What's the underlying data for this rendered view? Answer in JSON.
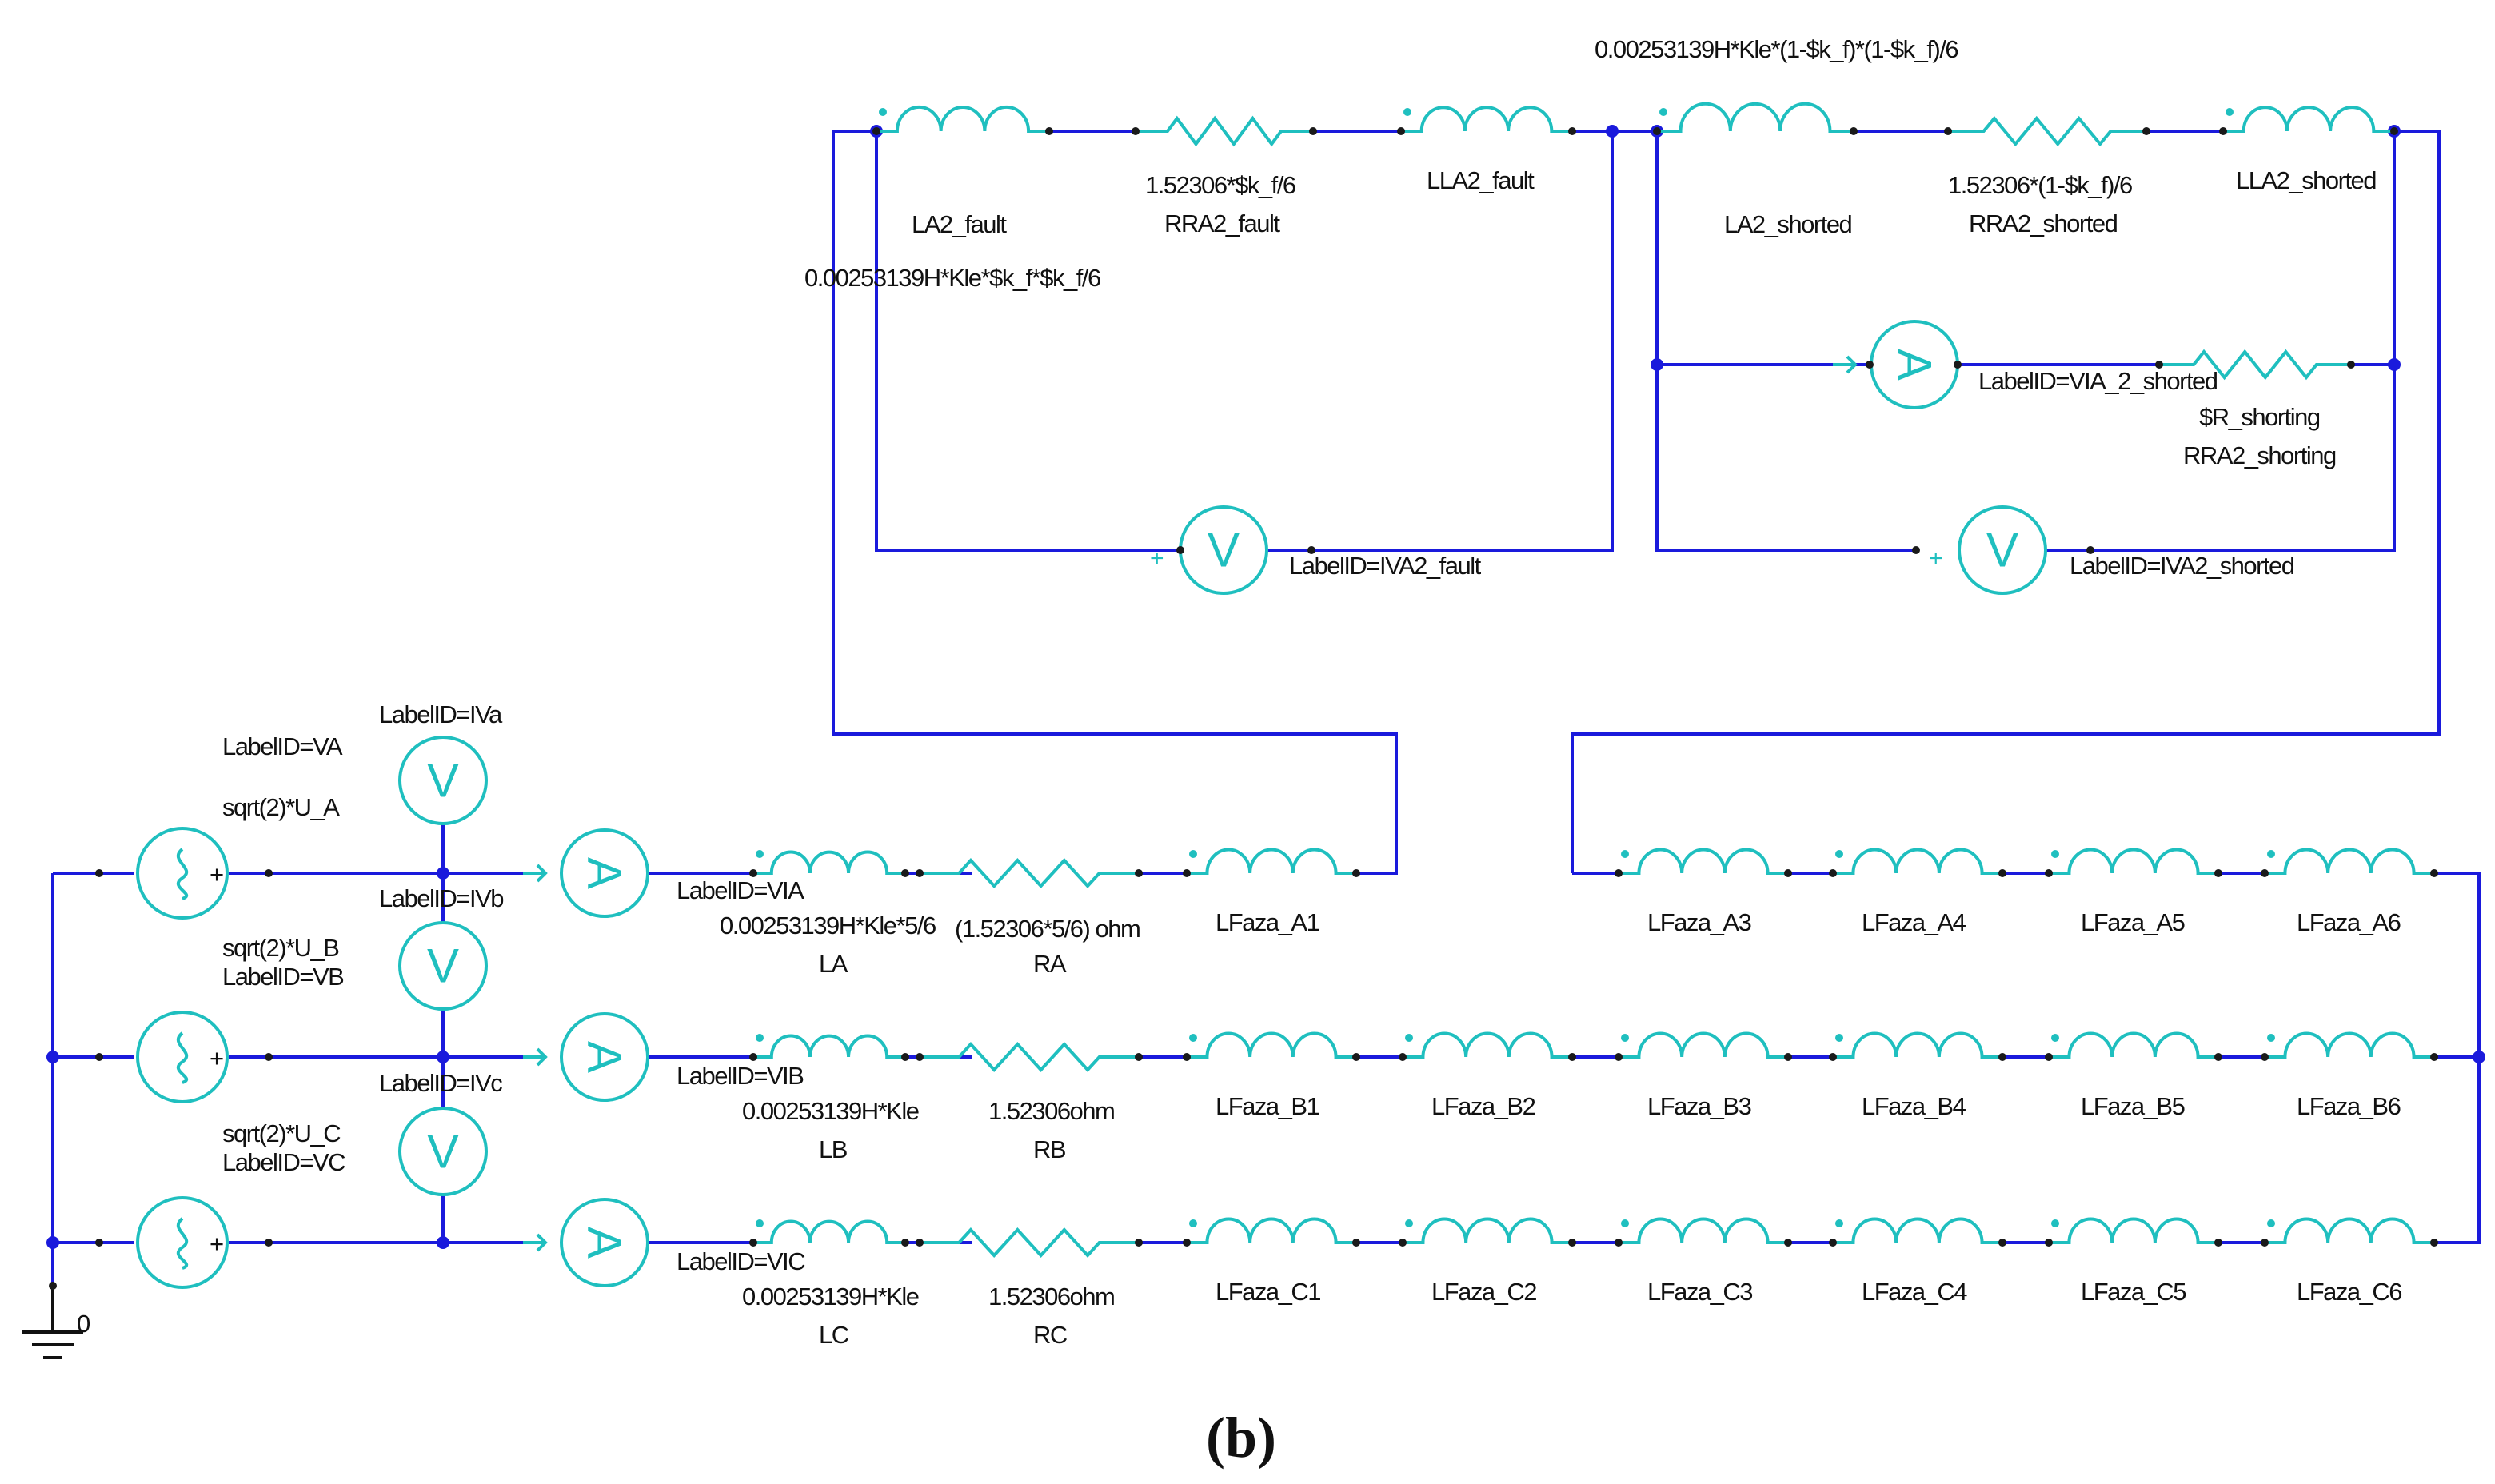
{
  "caption": "(b)",
  "ground": "0",
  "labels": {
    "top_formula": "0.00253139H*Kle*(1-$k_f)*(1-$k_f)/6",
    "fault_formula": "0.00253139H*Kle*$k_f*$k_f/6",
    "la2_fault": "LA2_fault",
    "rra2_fault_value": "1.52306*$k_f/6",
    "rra2_fault": "RRA2_fault",
    "lla2_fault": "LLA2_fault",
    "la2_shorted": "LA2_shorted",
    "rra2_shorted_value": "1.52306*(1-$k_f)/6",
    "rra2_shorted": "RRA2_shorted",
    "lla2_shorted": "LLA2_shorted",
    "via2_shorted": "LabelID=VIA_2_shorted",
    "r_shorting": "$R_shorting",
    "rra2_shorting": "RRA2_shorting",
    "iva2_fault": "LabelID=IVA2_fault",
    "iva2_shorted": "LabelID=IVA2_shorted",
    "iva": "LabelID=IVa",
    "ivb": "LabelID=IVb",
    "ivc": "LabelID=IVc",
    "va": "LabelID=VA",
    "vb": "LabelID=VB",
    "vc": "LabelID=VC",
    "u_a": "sqrt(2)*U_A",
    "u_b": "sqrt(2)*U_B",
    "u_c": "sqrt(2)*U_C",
    "via": "LabelID=VIA",
    "vib": "LabelID=VIB",
    "vic": "LabelID=VIC",
    "la_value": "0.00253139H*Kle*5/6",
    "la": "LA",
    "ra_value": "(1.52306*5/6) ohm",
    "ra": "RA",
    "lb_value": "0.00253139H*Kle",
    "lb": "LB",
    "rb_value": "1.52306ohm",
    "rb": "RB",
    "lc_value": "0.00253139H*Kle",
    "lc": "LC",
    "rc_value": "1.52306ohm",
    "rc": "RC",
    "lfaza_a1": "LFaza_A1",
    "lfaza_a3": "LFaza_A3",
    "lfaza_a4": "LFaza_A4",
    "lfaza_a5": "LFaza_A5",
    "lfaza_a6": "LFaza_A6",
    "lfaza_b1": "LFaza_B1",
    "lfaza_b2": "LFaza_B2",
    "lfaza_b3": "LFaza_B3",
    "lfaza_b4": "LFaza_B4",
    "lfaza_b5": "LFaza_B5",
    "lfaza_b6": "LFaza_B6",
    "lfaza_c1": "LFaza_C1",
    "lfaza_c2": "LFaza_C2",
    "lfaza_c3": "LFaza_C3",
    "lfaza_c4": "LFaza_C4",
    "lfaza_c5": "LFaza_C5",
    "lfaza_c6": "LFaza_C6"
  },
  "symbols": {
    "ammeter": "A",
    "voltmeter": "V",
    "plus": "+"
  },
  "colors": {
    "wire": "#1a1adc",
    "component": "#1fbfbf",
    "text": "#111111"
  }
}
